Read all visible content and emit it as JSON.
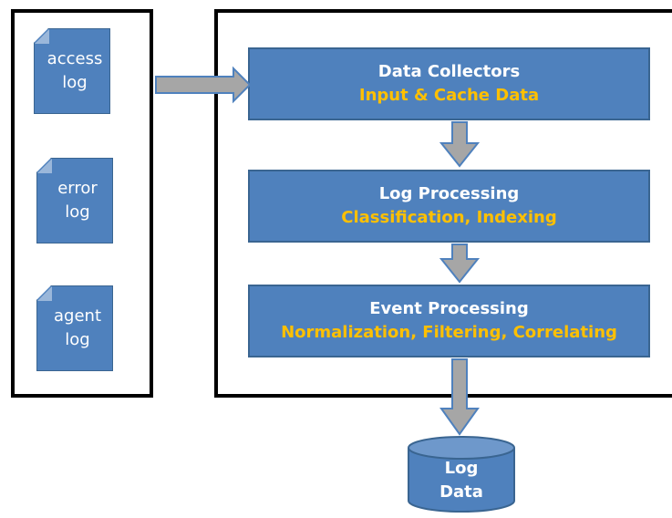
{
  "logs": [
    {
      "line1": "access",
      "line2": "log"
    },
    {
      "line1": "error",
      "line2": "log"
    },
    {
      "line1": "agent",
      "line2": "log"
    }
  ],
  "stages": [
    {
      "title": "Data Collectors",
      "subtitle": "Input & Cache Data"
    },
    {
      "title": "Log Processing",
      "subtitle": "Classification, Indexing"
    },
    {
      "title": "Event Processing",
      "subtitle": "Normalization, Filtering, Correlating"
    }
  ],
  "output": {
    "line1": "Log",
    "line2": "Data"
  },
  "colors": {
    "box_fill": "#4f81bd",
    "box_border": "#3a6591",
    "title_text": "#ffffff",
    "subtitle_text": "#ffc000",
    "arrow_fill": "#a6a6a6",
    "arrow_stroke": "#4f81bd",
    "frame": "#000000"
  },
  "icons": {
    "log_file": "document-icon",
    "output": "database-cylinder-icon",
    "flow": "arrow-icon"
  }
}
